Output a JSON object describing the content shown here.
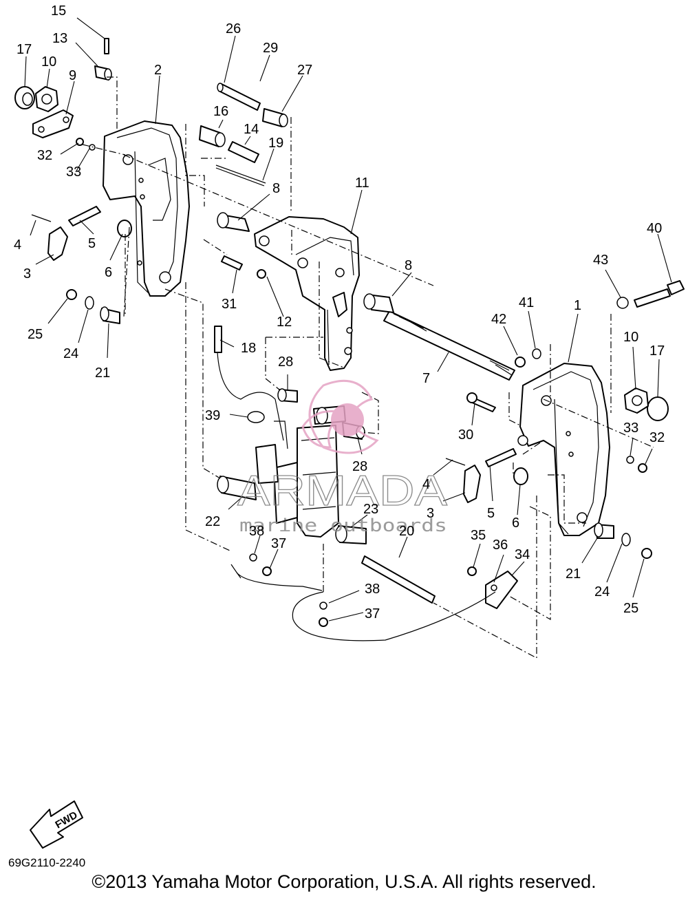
{
  "diagram": {
    "catalog_code": "69G2110-2240",
    "copyright": "©2013 Yamaha Motor Corporation, U.S.A. All rights reserved.",
    "fwd_label": "FWD",
    "watermark": {
      "brand": "ARMADA",
      "tagline": "marine outboards",
      "accent_color": "#e5a3c4"
    },
    "callouts": [
      "15",
      "13",
      "17",
      "10",
      "9",
      "2",
      "26",
      "29",
      "27",
      "16",
      "14",
      "19",
      "32",
      "33",
      "8",
      "11",
      "4",
      "5",
      "3",
      "6",
      "31",
      "12",
      "8",
      "40",
      "43",
      "41",
      "1",
      "42",
      "10",
      "17",
      "25",
      "24",
      "21",
      "18",
      "28",
      "7",
      "30",
      "33",
      "32",
      "39",
      "28",
      "4",
      "5",
      "3",
      "6",
      "22",
      "23",
      "20",
      "38",
      "37",
      "35",
      "36",
      "34",
      "21",
      "24",
      "25",
      "38",
      "37"
    ]
  }
}
